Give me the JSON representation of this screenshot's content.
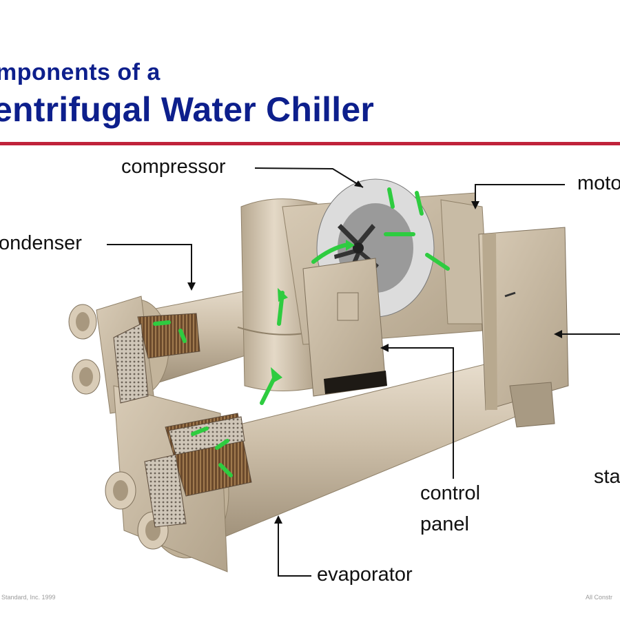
{
  "title": {
    "line1": "mponents of a",
    "line2": "entrifugal Water Chiller"
  },
  "labels": {
    "compressor": "compressor",
    "condenser": "ondenser",
    "motor": "moto",
    "control_panel_line1": "control",
    "control_panel_line2": "panel",
    "evaporator": "evaporator",
    "starter": "sta"
  },
  "footer": {
    "left": "Standard, Inc. 1999",
    "right": "All Constr"
  },
  "colors": {
    "title": "#0d1f8c",
    "rule": "#c0223a",
    "shell": "#cdbfa9",
    "flow_arrows": "#2ecc40"
  }
}
